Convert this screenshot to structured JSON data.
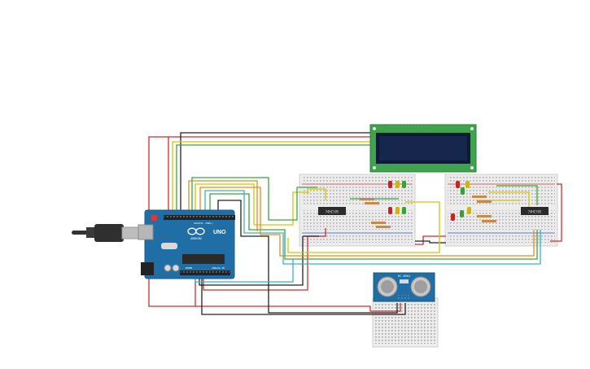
{
  "arduino": {
    "logo_text": "UNO",
    "brand_text": "ARDUINO",
    "digital_label": "DIGITAL (PWM~)",
    "power_label": "POWER",
    "analog_label": "ANALOG IN",
    "color": "#1f6fa6"
  },
  "chips": {
    "left_label": "74HC595",
    "right_label": "74HC595"
  },
  "lcd": {
    "screen_color": "#17264d",
    "board_color": "#3fa34d"
  },
  "sensor": {
    "label": "HC-SR04"
  },
  "wire_colors": {
    "red": "#d22b2b",
    "black": "#222222",
    "yellow": "#d7c400",
    "green": "#3aa63a",
    "cyan": "#3bb0c9",
    "orange": "#e58a1f"
  }
}
